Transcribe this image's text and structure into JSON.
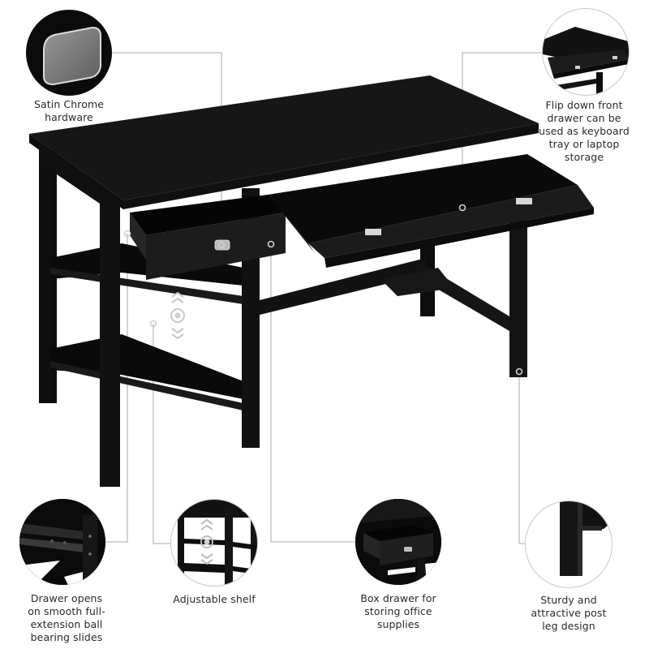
{
  "image": {
    "subject": "Black writing desk with drawers, shelves and pull-out keyboard tray",
    "background": "#ffffff",
    "desk_color": "#111111",
    "callout_line_color": "#bdbdbd"
  },
  "callouts": [
    {
      "id": "hardware",
      "label": "Satin Chrome hardware",
      "lines": [
        "Satin Chrome",
        "hardware"
      ],
      "icon": "chrome-pull-icon"
    },
    {
      "id": "keyboard_tray",
      "label": "Flip down front drawer can be used as keyboard tray or laptop storage",
      "lines": [
        "Flip down front",
        "drawer can be",
        "used as keyboard",
        "tray or laptop",
        "storage"
      ],
      "icon": "keyboard-tray-icon"
    },
    {
      "id": "ball_bearing",
      "label": "Drawer opens on smooth full-extension ball bearing slides",
      "lines": [
        "Drawer opens",
        "on smooth full-",
        "extension ball",
        "bearing slides"
      ],
      "icon": "drawer-slide-icon"
    },
    {
      "id": "adjustable_shelf",
      "label": "Adjustable shelf",
      "lines": [
        "Adjustable shelf"
      ],
      "icon": "adjustable-shelf-icon"
    },
    {
      "id": "box_drawer",
      "label": "Box drawer for storing office supplies",
      "lines": [
        "Box drawer for",
        "storing office",
        "supplies"
      ],
      "icon": "box-drawer-icon"
    },
    {
      "id": "post_leg",
      "label": "Sturdy and attractive post leg design",
      "lines": [
        "Sturdy and",
        "attractive post",
        "leg design"
      ],
      "icon": "post-leg-icon"
    }
  ]
}
